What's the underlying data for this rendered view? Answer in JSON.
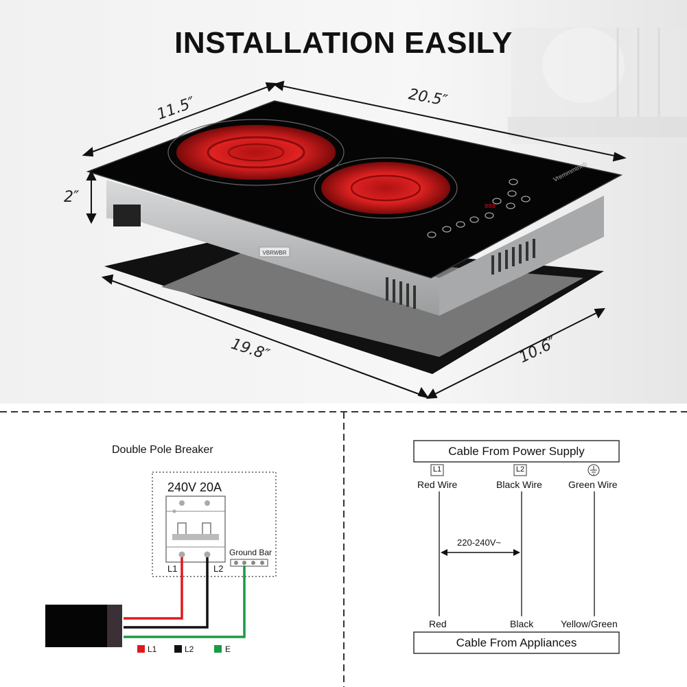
{
  "title": "INSTALLATION EASILY",
  "dimensions": {
    "top_depth": "11.5″",
    "top_width": "20.5″",
    "height": "2″",
    "cutout_width": "19.8″",
    "cutout_depth": "10.6″"
  },
  "product": {
    "brand_mark": "Vremmmtnnb",
    "side_label": "VBRWBR",
    "controls_readout": "888"
  },
  "breaker_diagram": {
    "title": "Double Pole Breaker",
    "rating": "240V 20A",
    "terminal_l1": "L1",
    "terminal_l2": "L2",
    "ground_bar": "Ground Bar",
    "legend": [
      {
        "label": "L1",
        "color": "#e0191d"
      },
      {
        "label": "L2",
        "color": "#111111"
      },
      {
        "label": "E",
        "color": "#1a9a45"
      }
    ]
  },
  "wiring_diagram": {
    "supply_cable": "Cable From Power Supply",
    "appliance_cable": "Cable From Appliances",
    "tag_l1": "L1",
    "tag_l2": "L2",
    "ground_symbol": "ground-symbol",
    "red_wire": "Red Wire",
    "black_wire": "Black Wire",
    "green_wire": "Green Wire",
    "voltage": "220-240V~",
    "bottom_red": "Red",
    "bottom_black": "Black",
    "bottom_green": "Yellow/Green"
  },
  "colors": {
    "wire_red": "#e0191d",
    "wire_black": "#111111",
    "wire_green": "#1a9a45",
    "burner_red": "#d21818"
  }
}
